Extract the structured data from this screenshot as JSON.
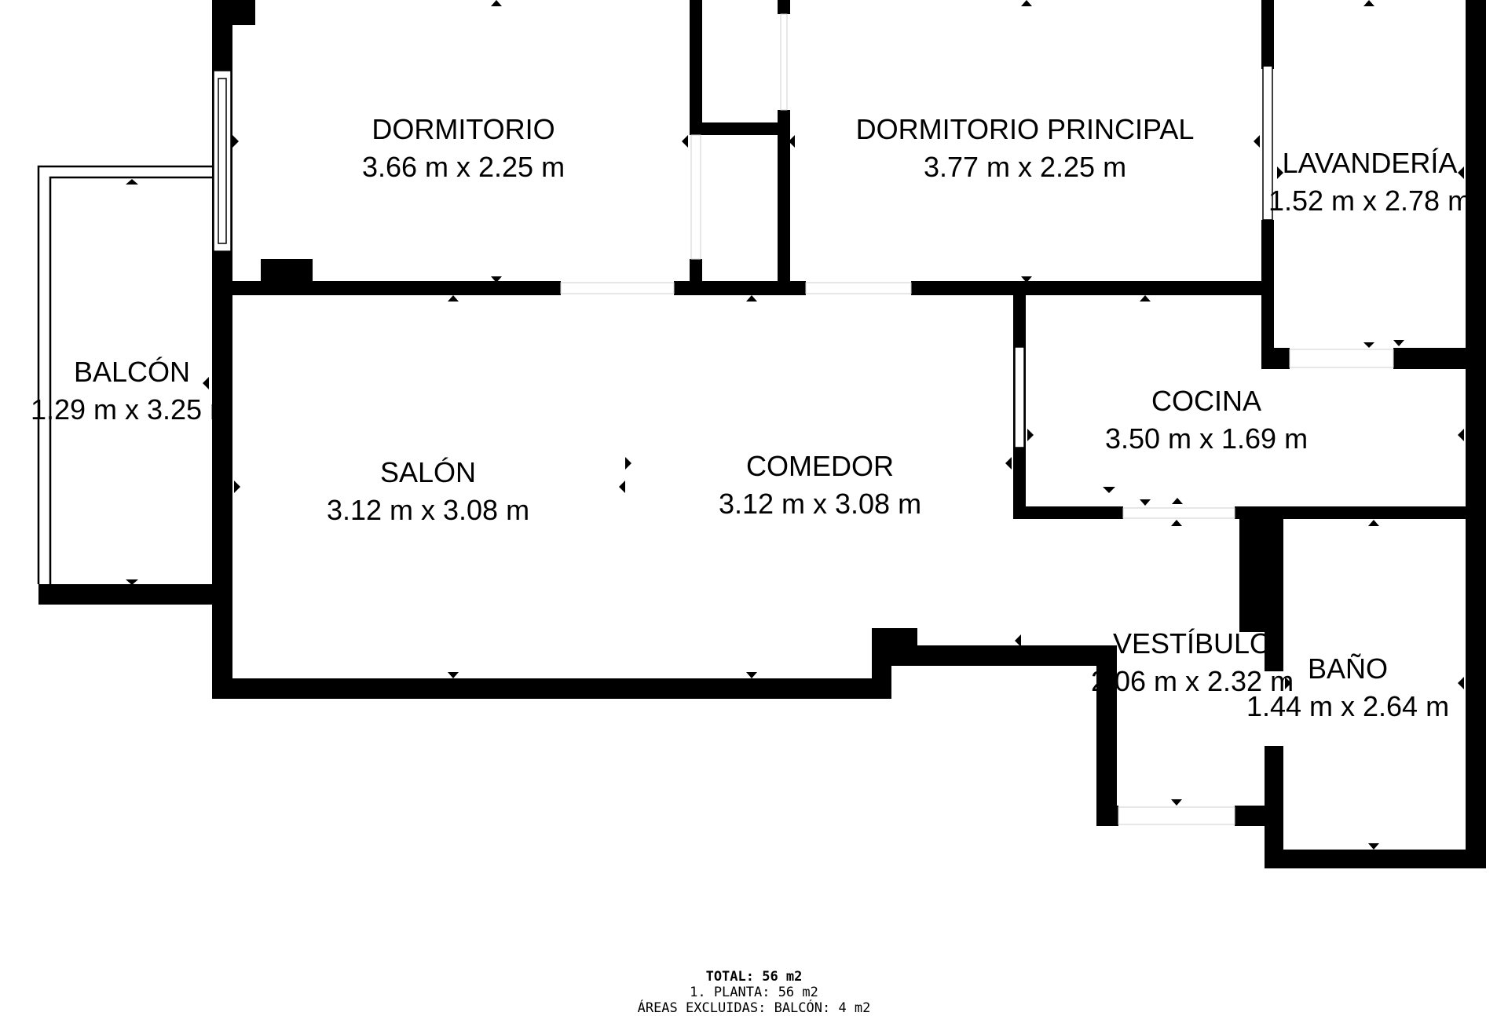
{
  "rooms": [
    {
      "name": "DORMITORIO",
      "dims": "3.66 m x 2.25 m"
    },
    {
      "name": "DORMITORIO PRINCIPAL",
      "dims": "3.77 m x 2.25 m"
    },
    {
      "name": "LAVANDERÍA",
      "dims": "1.52 m x 2.78 m"
    },
    {
      "name": "BALCÓN",
      "dims": "1.29 m x 3.25 m"
    },
    {
      "name": "SALÓN",
      "dims": "3.12 m x 3.08 m"
    },
    {
      "name": "COMEDOR",
      "dims": "3.12 m x 3.08 m"
    },
    {
      "name": "COCINA",
      "dims": "3.50 m x 1.69 m"
    },
    {
      "name": "VESTÍBULO",
      "dims": "2.06 m x 2.32 m"
    },
    {
      "name": "BAÑO",
      "dims": "1.44 m x 2.64 m"
    }
  ],
  "summary": {
    "total": "TOTAL: 56 m2",
    "floor": "1. PLANTA: 56 m2",
    "excluded": "ÁREAS EXCLUIDAS: BALCÓN: 4 m2"
  }
}
